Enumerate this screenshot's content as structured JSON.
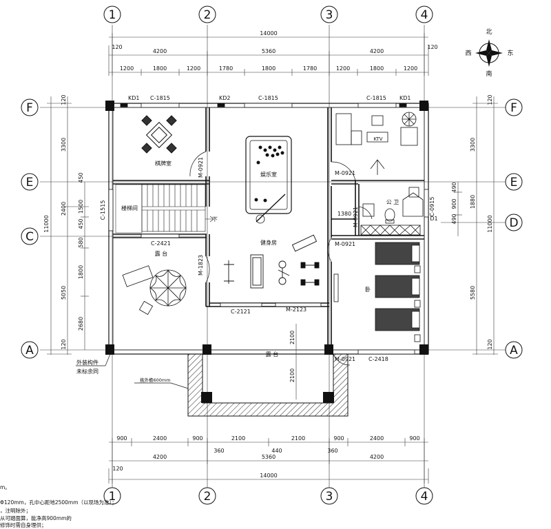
{
  "grid": {
    "cols": [
      "1",
      "2",
      "3",
      "4"
    ],
    "rows": [
      "F",
      "E",
      "D",
      "C",
      "A"
    ]
  },
  "compass": {
    "n": "北",
    "s": "南",
    "e": "东",
    "w": "西"
  },
  "dims_top": {
    "total": "14000",
    "wall_l": "120",
    "wall_r": "120",
    "bays": [
      "4200",
      "5360",
      "4200"
    ],
    "sub": [
      "1200",
      "1800",
      "1200",
      "1780",
      "1800",
      "1780",
      "1200",
      "1800",
      "1200"
    ]
  },
  "dims_bottom": {
    "sub": [
      "900",
      "2400",
      "900",
      "2100",
      "2100",
      "900",
      "2400",
      "900"
    ],
    "bays": [
      "4200",
      "5360",
      "4200"
    ],
    "total": "14000",
    "wall": "120",
    "marks": [
      "360",
      "440",
      "360"
    ]
  },
  "dims_left": {
    "total": "11000",
    "bays": [
      "3300",
      "2400",
      "5050"
    ],
    "sub": [
      "450",
      "1500",
      "450",
      "580",
      "1800",
      "2680"
    ],
    "walls": [
      "120",
      "120"
    ],
    "wall_label": "C-1515"
  },
  "dims_right": {
    "total": "11000",
    "bays": [
      "3300",
      "1880",
      "5580"
    ],
    "sub": [
      "490",
      "900",
      "490"
    ],
    "walls": [
      "120",
      "120"
    ],
    "c0915": "C-0915",
    "d1": "D1"
  },
  "dims_inner": {
    "d2100a": "2100",
    "d2100b": "2100",
    "d1380": "1380"
  },
  "windows": {
    "kd1a": "KD1",
    "c1815a": "C-1815",
    "kd2": "KD2",
    "c1815b": "C-1815",
    "c1815c": "C-1815",
    "kd1b": "KD1",
    "c2421": "C-2421",
    "c2121": "C-2121",
    "m2123": "M-2123",
    "c2418": "C-2418",
    "m1823": "M-1823",
    "m0921a": "M-0921",
    "m0921b": "M-0921",
    "m0921c": "M-0921",
    "m0921d": "M-0921",
    "m0921e": "M-0921",
    "down": "下"
  },
  "rooms": {
    "chess": "棋牌室",
    "entertainment": "娱乐室",
    "stair": "楼梯间",
    "terrace": "露 台",
    "gym": "健身房",
    "toilet": "公 卫",
    "bedroom": "卧",
    "ktv": "KTV",
    "terrace_south": "露 台"
  },
  "callouts": {
    "component_1": "外装构件",
    "component_2": "未标余同",
    "eave": "挑外檐600mm"
  },
  "notes": [
    "m。",
    "Φ120mm，孔中心距地2500mm（以现场为准）；",
    "，注明除外；",
    "从可踏面算，能净高900mm的",
    "修饰时需自身理供；"
  ]
}
